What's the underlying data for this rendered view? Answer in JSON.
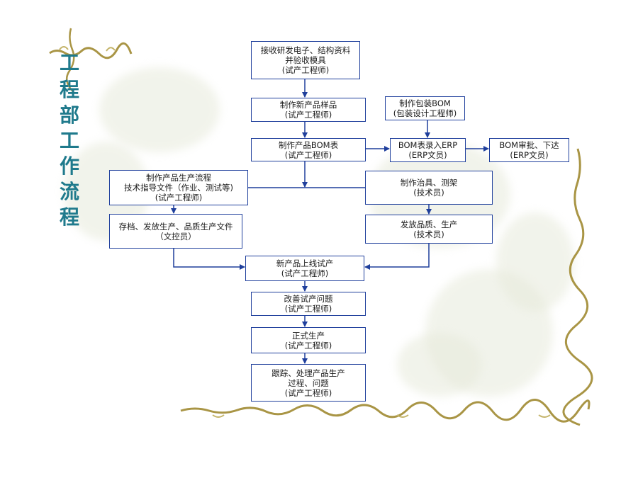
{
  "sidebar_title": [
    "工",
    "程",
    "部",
    "工",
    "作",
    "流",
    "程"
  ],
  "nodes": {
    "receive_data": [
      "接收研发电子、结构资料",
      "并验收模具",
      "(试产工程师)"
    ],
    "make_samples": [
      "制作新产品样品",
      "(试产工程师)"
    ],
    "make_bom": [
      "制作产品BOM表",
      "(试产工程师)"
    ],
    "packaging_bom": [
      "制作包装BOM",
      "(包装设计工程师)"
    ],
    "bom_to_erp": [
      "BOM表录入ERP",
      "(ERP文员)"
    ],
    "bom_approve": [
      "BOM审批、下达",
      "(ERP文员)"
    ],
    "process_docs": [
      "制作产品生产流程",
      "技术指导文件（作业、测试等)",
      "(试产工程师)"
    ],
    "fixtures": [
      "制作治具、测架",
      "(技术员)"
    ],
    "archive": [
      "存档、发放生产、品质生产文件",
      "（文控员）"
    ],
    "release_qc": [
      "发放品质、生产",
      "(技术员)"
    ],
    "trial_run": [
      "新产品上线试产",
      "(试产工程师)"
    ],
    "improve": [
      "改善试产问题",
      "(试产工程师)"
    ],
    "mass_production": [
      "正式生产",
      "(试产工程师)"
    ],
    "followup": [
      "跟踪、处理产品生产",
      "过程、问题",
      "(试产工程师)"
    ]
  },
  "colors": {
    "box_border": "#1f3f9c",
    "connector": "#1f3f9c",
    "title": "#1f7a8c",
    "vine": "#a99545"
  }
}
